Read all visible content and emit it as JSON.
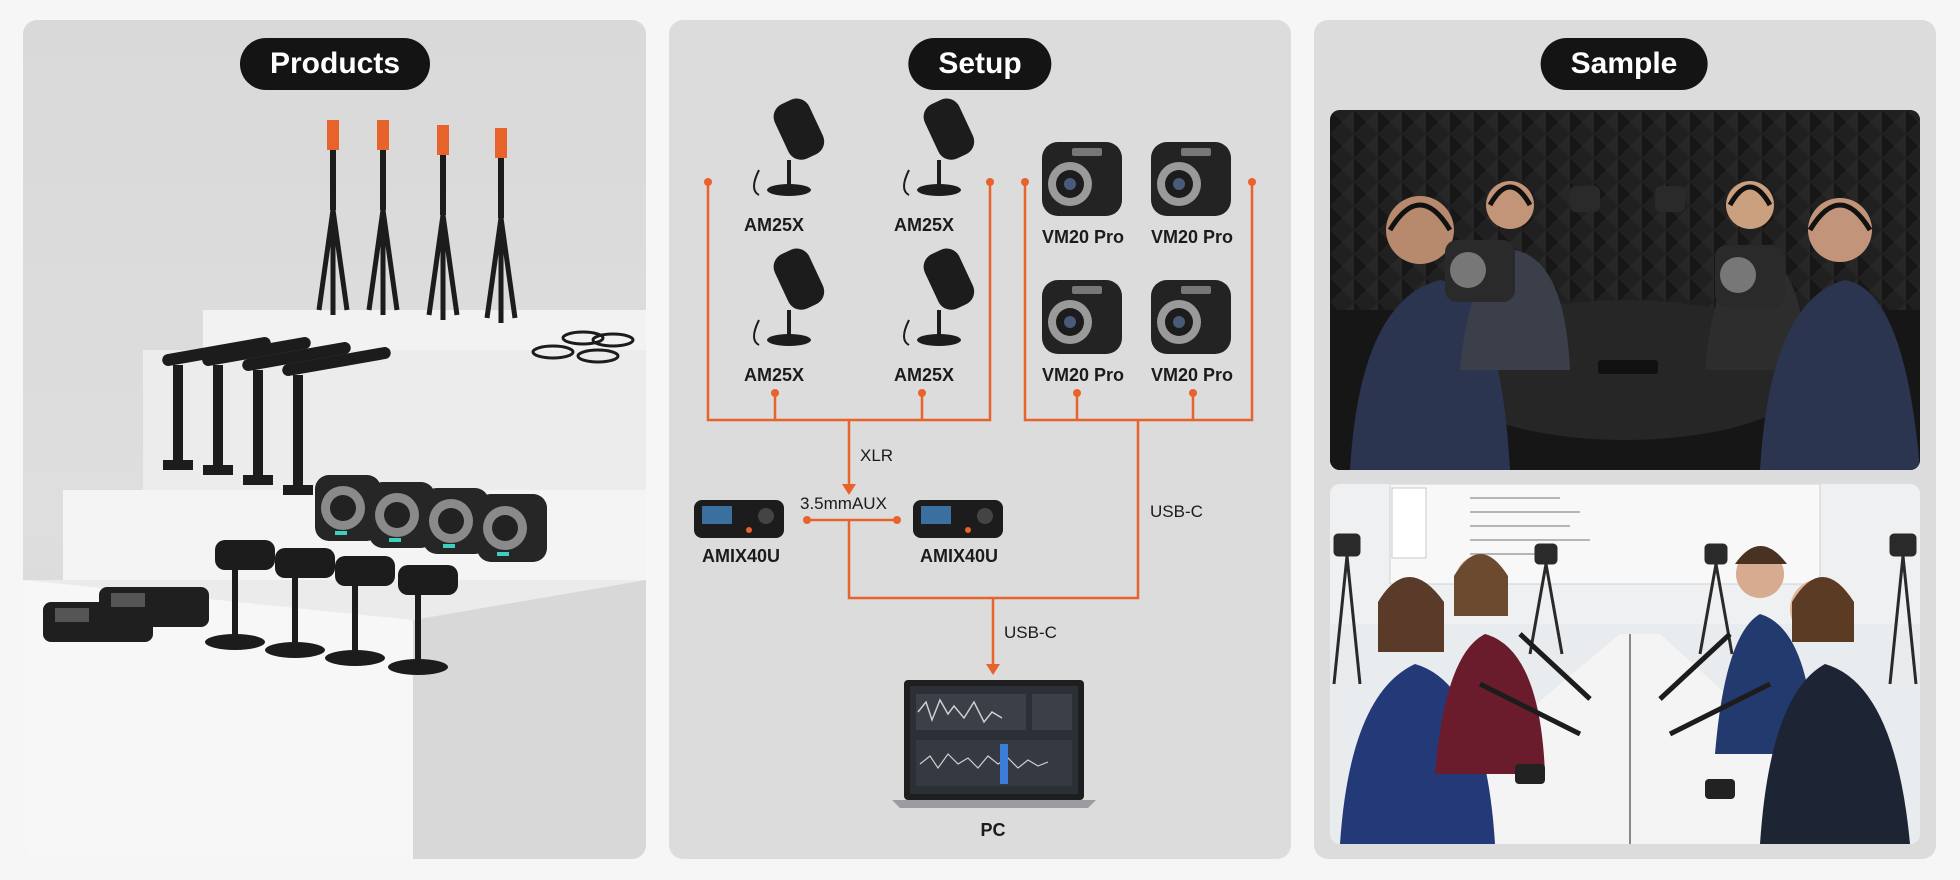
{
  "panels": {
    "products": {
      "title": "Products"
    },
    "setup": {
      "title": "Setup",
      "mics": [
        "AM25X",
        "AM25X",
        "AM25X",
        "AM25X"
      ],
      "cameras": [
        "VM20 Pro",
        "VM20 Pro",
        "VM20 Pro",
        "VM20 Pro"
      ],
      "mixers": [
        "AMIX40U",
        "AMIX40U"
      ],
      "connections": {
        "xlr": "XLR",
        "aux": "3.5mmAUX",
        "usbc_cameras": "USB-C",
        "usbc_pc": "USB-C"
      },
      "pc": "PC"
    },
    "sample": {
      "title": "Sample"
    }
  },
  "colors": {
    "accent": "#e8622b",
    "pill_bg": "#141414",
    "panel_bg": "#dcdcdc"
  }
}
